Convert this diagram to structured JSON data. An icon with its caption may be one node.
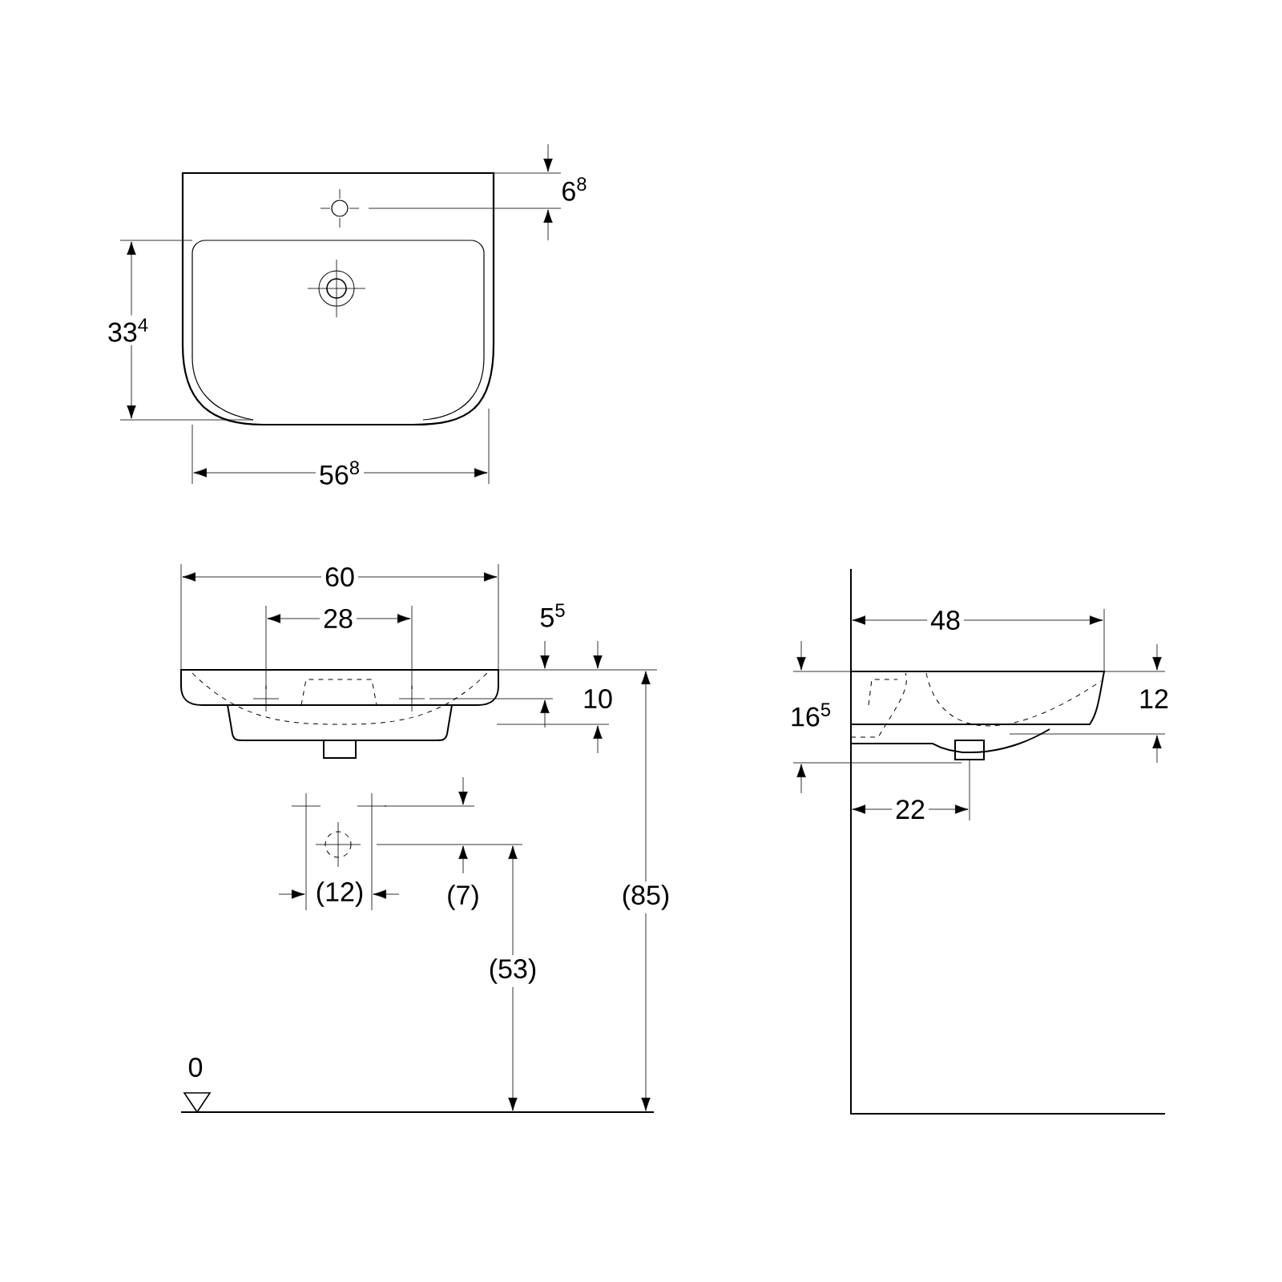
{
  "diagram": {
    "labels": [
      "6$^{8}$",
      "33$^{4}$",
      "56$^{8}$",
      "60",
      "28",
      "5$^{5}$",
      "10",
      "(12)",
      "(7)",
      "(53)",
      "(85)",
      "0",
      "48",
      "16$^{5}$",
      "12",
      "22"
    ]
  }
}
